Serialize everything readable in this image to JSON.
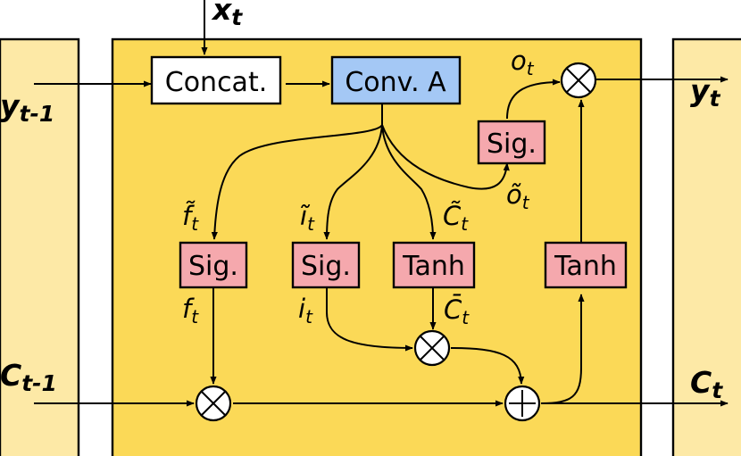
{
  "colors": {
    "cell": "#fbd957",
    "side_panels": "#fde9a6",
    "concat_box": "#ffffff",
    "conv_box": "#a4c8f5",
    "gate_box": "#f5a8ad",
    "operator": "#ffffff"
  },
  "boxes": {
    "concat": "Concat.",
    "conv": "Conv. A",
    "sig_o": "Sig.",
    "sig_f": "Sig.",
    "sig_i": "Sig.",
    "tanh_c": "Tanh",
    "tanh_out": "Tanh"
  },
  "labels": {
    "x_t": {
      "base": "x",
      "sub": "t"
    },
    "y_prev": {
      "base": "y",
      "sub": "t-1"
    },
    "c_prev": {
      "base": "C",
      "sub": "t-1"
    },
    "y_t": {
      "base": "y",
      "sub": "t"
    },
    "c_t": {
      "base": "C",
      "sub": "t"
    },
    "o_t": {
      "base": "o",
      "sub": "t"
    },
    "o_tilde": {
      "base": "õ",
      "sub": "t"
    },
    "f_tilde": {
      "base": "f̃",
      "sub": "t"
    },
    "i_tilde": {
      "base": "ĩ",
      "sub": "t"
    },
    "c_tilde": {
      "base": "C̃",
      "sub": "t"
    },
    "f_t": {
      "base": "f",
      "sub": "t"
    },
    "i_t": {
      "base": "i",
      "sub": "t"
    },
    "c_bar": {
      "base": "C̄",
      "sub": "t"
    }
  },
  "operators": {
    "multiply": "×",
    "add": "+"
  }
}
